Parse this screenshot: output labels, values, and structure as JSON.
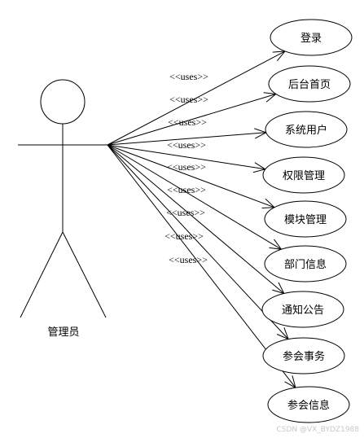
{
  "actor": {
    "name": "管理员"
  },
  "relation_label": "<<uses>>",
  "use_cases": [
    {
      "label": "登录"
    },
    {
      "label": "后台首页"
    },
    {
      "label": "系统用户"
    },
    {
      "label": "权限管理"
    },
    {
      "label": "模块管理"
    },
    {
      "label": "部门信息"
    },
    {
      "label": "通知公告"
    },
    {
      "label": "参会事务"
    },
    {
      "label": "参会信息"
    }
  ],
  "watermark": "CSDN @VX_BYDZ1988"
}
